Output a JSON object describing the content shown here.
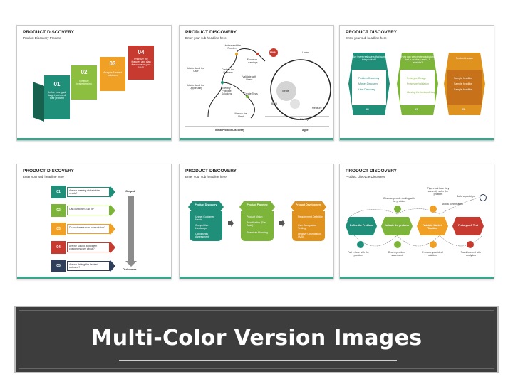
{
  "thumbs": {
    "t1": {
      "title": "PRODUCT DISCOVERY",
      "subtitle": "Product Discovery Process",
      "steps": [
        {
          "num": "01",
          "text": "Define your goal, target, core and their problem",
          "color": "#1f8f7a"
        },
        {
          "num": "02",
          "text": "Ideation/ brainstorming",
          "color": "#8cbf3f"
        },
        {
          "num": "03",
          "text": "Analyze & select solutions",
          "color": "#f0a025"
        },
        {
          "num": "04",
          "text": "Prioritize the features and plan the scope of your MVP",
          "color": "#c63a2f"
        }
      ]
    },
    "t2": {
      "title": "PRODUCT DISCOVERY",
      "subtitle": "Enter your sub headline here",
      "labels": [
        "Understand the Problem",
        "Focus on Learnings",
        "MVP",
        "Understand the User",
        "Confirm the Problem",
        "Learn",
        "Understand the Opportunity",
        "Validate with Users",
        "Ideate",
        "Identify Possible Solutions",
        "Create Tests",
        "Build",
        "Narrow the Field",
        "Measure"
      ],
      "footer_left": "Initial Product Discovery",
      "footer_mid": "Lean Startup",
      "footer_right": "Agile"
    },
    "t3": {
      "title": "PRODUCT DISCOVERY",
      "subtitle": "Enter your sub headline here",
      "cards": [
        {
          "head": "Are there real users that want this product?",
          "items": [
            "Problem Discovery",
            "Market Discovery",
            "User Discovery"
          ],
          "num": "01",
          "color": "#1f8f7a"
        },
        {
          "head": "How can we create a solution that is usable, useful, & feasible?",
          "items": [
            "Prototype Design",
            "Prototype Validation",
            "Closing the feedback loop"
          ],
          "num": "02",
          "color": "#7db43a"
        },
        {
          "head": "Product Launch",
          "items": [
            "Sample headline",
            "Sample headline",
            "Sample headline"
          ],
          "num": "03",
          "color": "#e0921f"
        }
      ]
    },
    "t4": {
      "title": "PRODUCT DISCOVERY",
      "subtitle": "Enter your sub headline here",
      "rows": [
        {
          "num": "01",
          "text": "Are we meeting stakeholder needs?",
          "color": "#1f8f7a"
        },
        {
          "num": "02",
          "text": "Can customers use it?",
          "color": "#7db43a"
        },
        {
          "num": "03",
          "text": "Do customers want our solution?",
          "color": "#f0a025"
        },
        {
          "num": "04",
          "text": "Are we solving a problem customers care about?",
          "color": "#c63a2f"
        },
        {
          "num": "05",
          "text": "Are we driving the desired outcome?",
          "color": "#2f3f5a"
        }
      ],
      "output": "Output",
      "outcomes": "Outcomes"
    },
    "t5": {
      "title": "PRODUCT DISCOVERY",
      "subtitle": "Enter your sub headline here",
      "stages": [
        {
          "head": "Product Discovery",
          "items": [
            "Unmet Customer Needs",
            "Competitive Landscape",
            "Opportunity Assessment"
          ],
          "color": "#1f8f7a"
        },
        {
          "head": "Product Planning",
          "items": [
            "Product Vision",
            "Prioritization (Pre Tests)",
            "Roadmap Planning"
          ],
          "color": "#7db43a"
        },
        {
          "head": "Product Development",
          "items": [
            "Requirement Definition",
            "User Acceptance Testing",
            "Iterative Optimization (A/B)"
          ],
          "color": "#e0921f"
        }
      ]
    },
    "t6": {
      "title": "PRODUCT DISCOVERY",
      "subtitle": "Product Lifecycle Discovery",
      "nodes": [
        {
          "label": "Define the Problem",
          "color": "#1f8f7a"
        },
        {
          "label": "Validate the problem",
          "color": "#7db43a"
        },
        {
          "label": "Validate Market Traction",
          "color": "#f0a025"
        },
        {
          "label": "Prototype & Test",
          "color": "#c63a2f"
        }
      ],
      "notes": [
        "Observe people dealing with the problem",
        "Figure out how they currently solve the problem",
        "Build a prototype",
        "Ask a confirmation",
        "Fall in love with the problem",
        "Draft a problem statement",
        "Promote your ideal solution",
        "Track interest with analytics"
      ]
    }
  },
  "banner": {
    "title": "Multi-Color Version Images"
  }
}
